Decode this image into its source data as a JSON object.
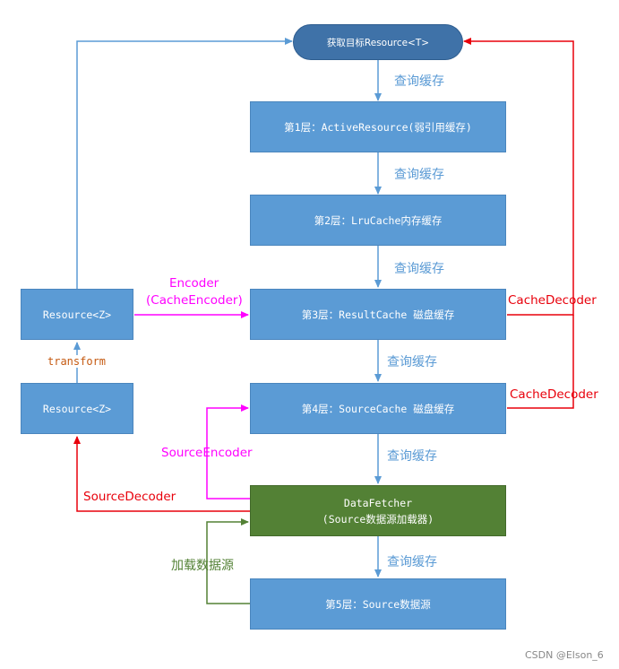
{
  "nodes": {
    "target": "获取目标Resource<T>",
    "layer1": "第1层：ActiveResource(弱引用缓存)",
    "layer2": "第2层：LruCache内存缓存",
    "layer3": "第3层：ResultCache 磁盘缓存",
    "layer4": "第4层：SourceCache 磁盘缓存",
    "fetcher_line1": "DataFetcher",
    "fetcher_line2": "(Source数据源加载器)",
    "layer5": "第5层：Source数据源",
    "resource_top": "Resource<Z>",
    "resource_bottom": "Resource<Z>"
  },
  "edge_labels": {
    "query1": "查询缓存",
    "query2": "查询缓存",
    "query3": "查询缓存",
    "query4": "查询缓存",
    "query5": "查询缓存",
    "query6": "查询缓存",
    "encoder_line1": "Encoder",
    "encoder_line2": "(CacheEncoder)",
    "cache_decoder_1": "CacheDecoder",
    "cache_decoder_2": "CacheDecoder",
    "transform": "transform",
    "source_encoder": "SourceEncoder",
    "source_decoder": "SourceDecoder",
    "load_source": "加载数据源"
  },
  "watermark": "CSDN @Elson_6",
  "colors": {
    "box_blue": "#5b9bd5",
    "box_green": "#538135",
    "target_pill": "#3f72a8",
    "arrow_blue": "#5b9bd5",
    "arrow_red": "#e8000b",
    "arrow_magenta": "#ff00ff",
    "arrow_green": "#538135",
    "transform_text": "#c55a11"
  }
}
